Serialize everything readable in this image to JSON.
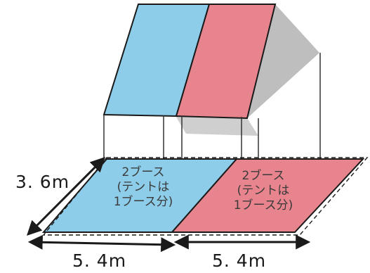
{
  "diagram": {
    "colors": {
      "blue_booth": "#8dcdea",
      "pink_booth": "#e8848d",
      "roof_side": "#b3b3b3",
      "outline": "#1a1a1a"
    },
    "zones": [
      {
        "id": "blue",
        "label": "2ブース\n(テントは\n1ブース分)"
      },
      {
        "id": "pink",
        "label": "2ブース\n(テントは\n1ブース分)"
      }
    ],
    "dimensions": {
      "depth": "3. 6m",
      "width_left": "5. 4m",
      "width_right": "5. 4m"
    }
  }
}
